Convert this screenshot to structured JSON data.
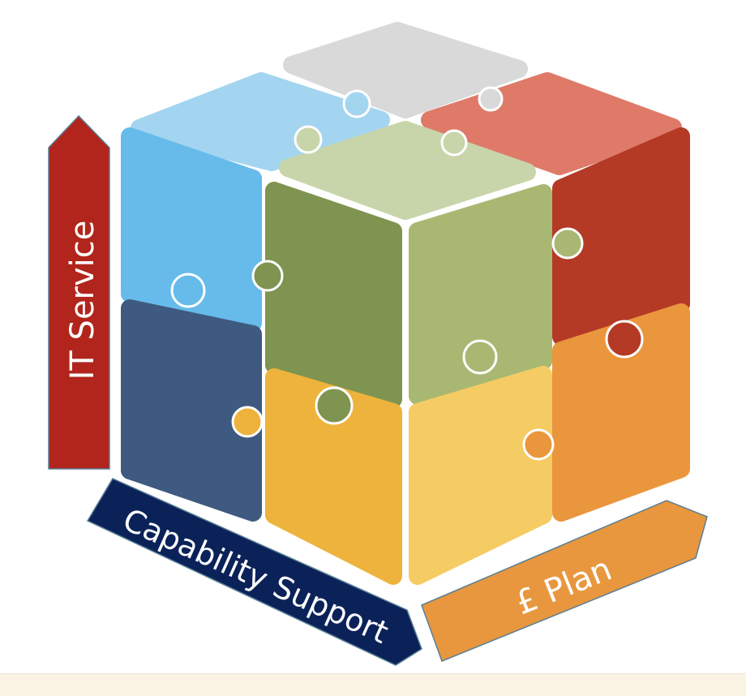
{
  "labels": {
    "it_service": "IT Service",
    "capability_support": "Capability Support",
    "plan": "£ Plan"
  },
  "colors": {
    "it_service": "#b1251c",
    "capability_support": "#0b2259",
    "plan": "#e8973e",
    "top_gray": "#d9d9d9",
    "top_lightblue": "#a3d5f0",
    "top_salmon": "#df7a69",
    "top_palegreen": "#c8d5aa",
    "left_skyblue": "#66bbea",
    "left_darkgreen": "#7f9450",
    "left_navy": "#3f5a80",
    "left_gold": "#eeb33c",
    "right_lightgreen": "#a8b873",
    "right_darkred": "#b43a26",
    "right_yellow": "#f5cb63",
    "right_orange": "#ea963d"
  }
}
